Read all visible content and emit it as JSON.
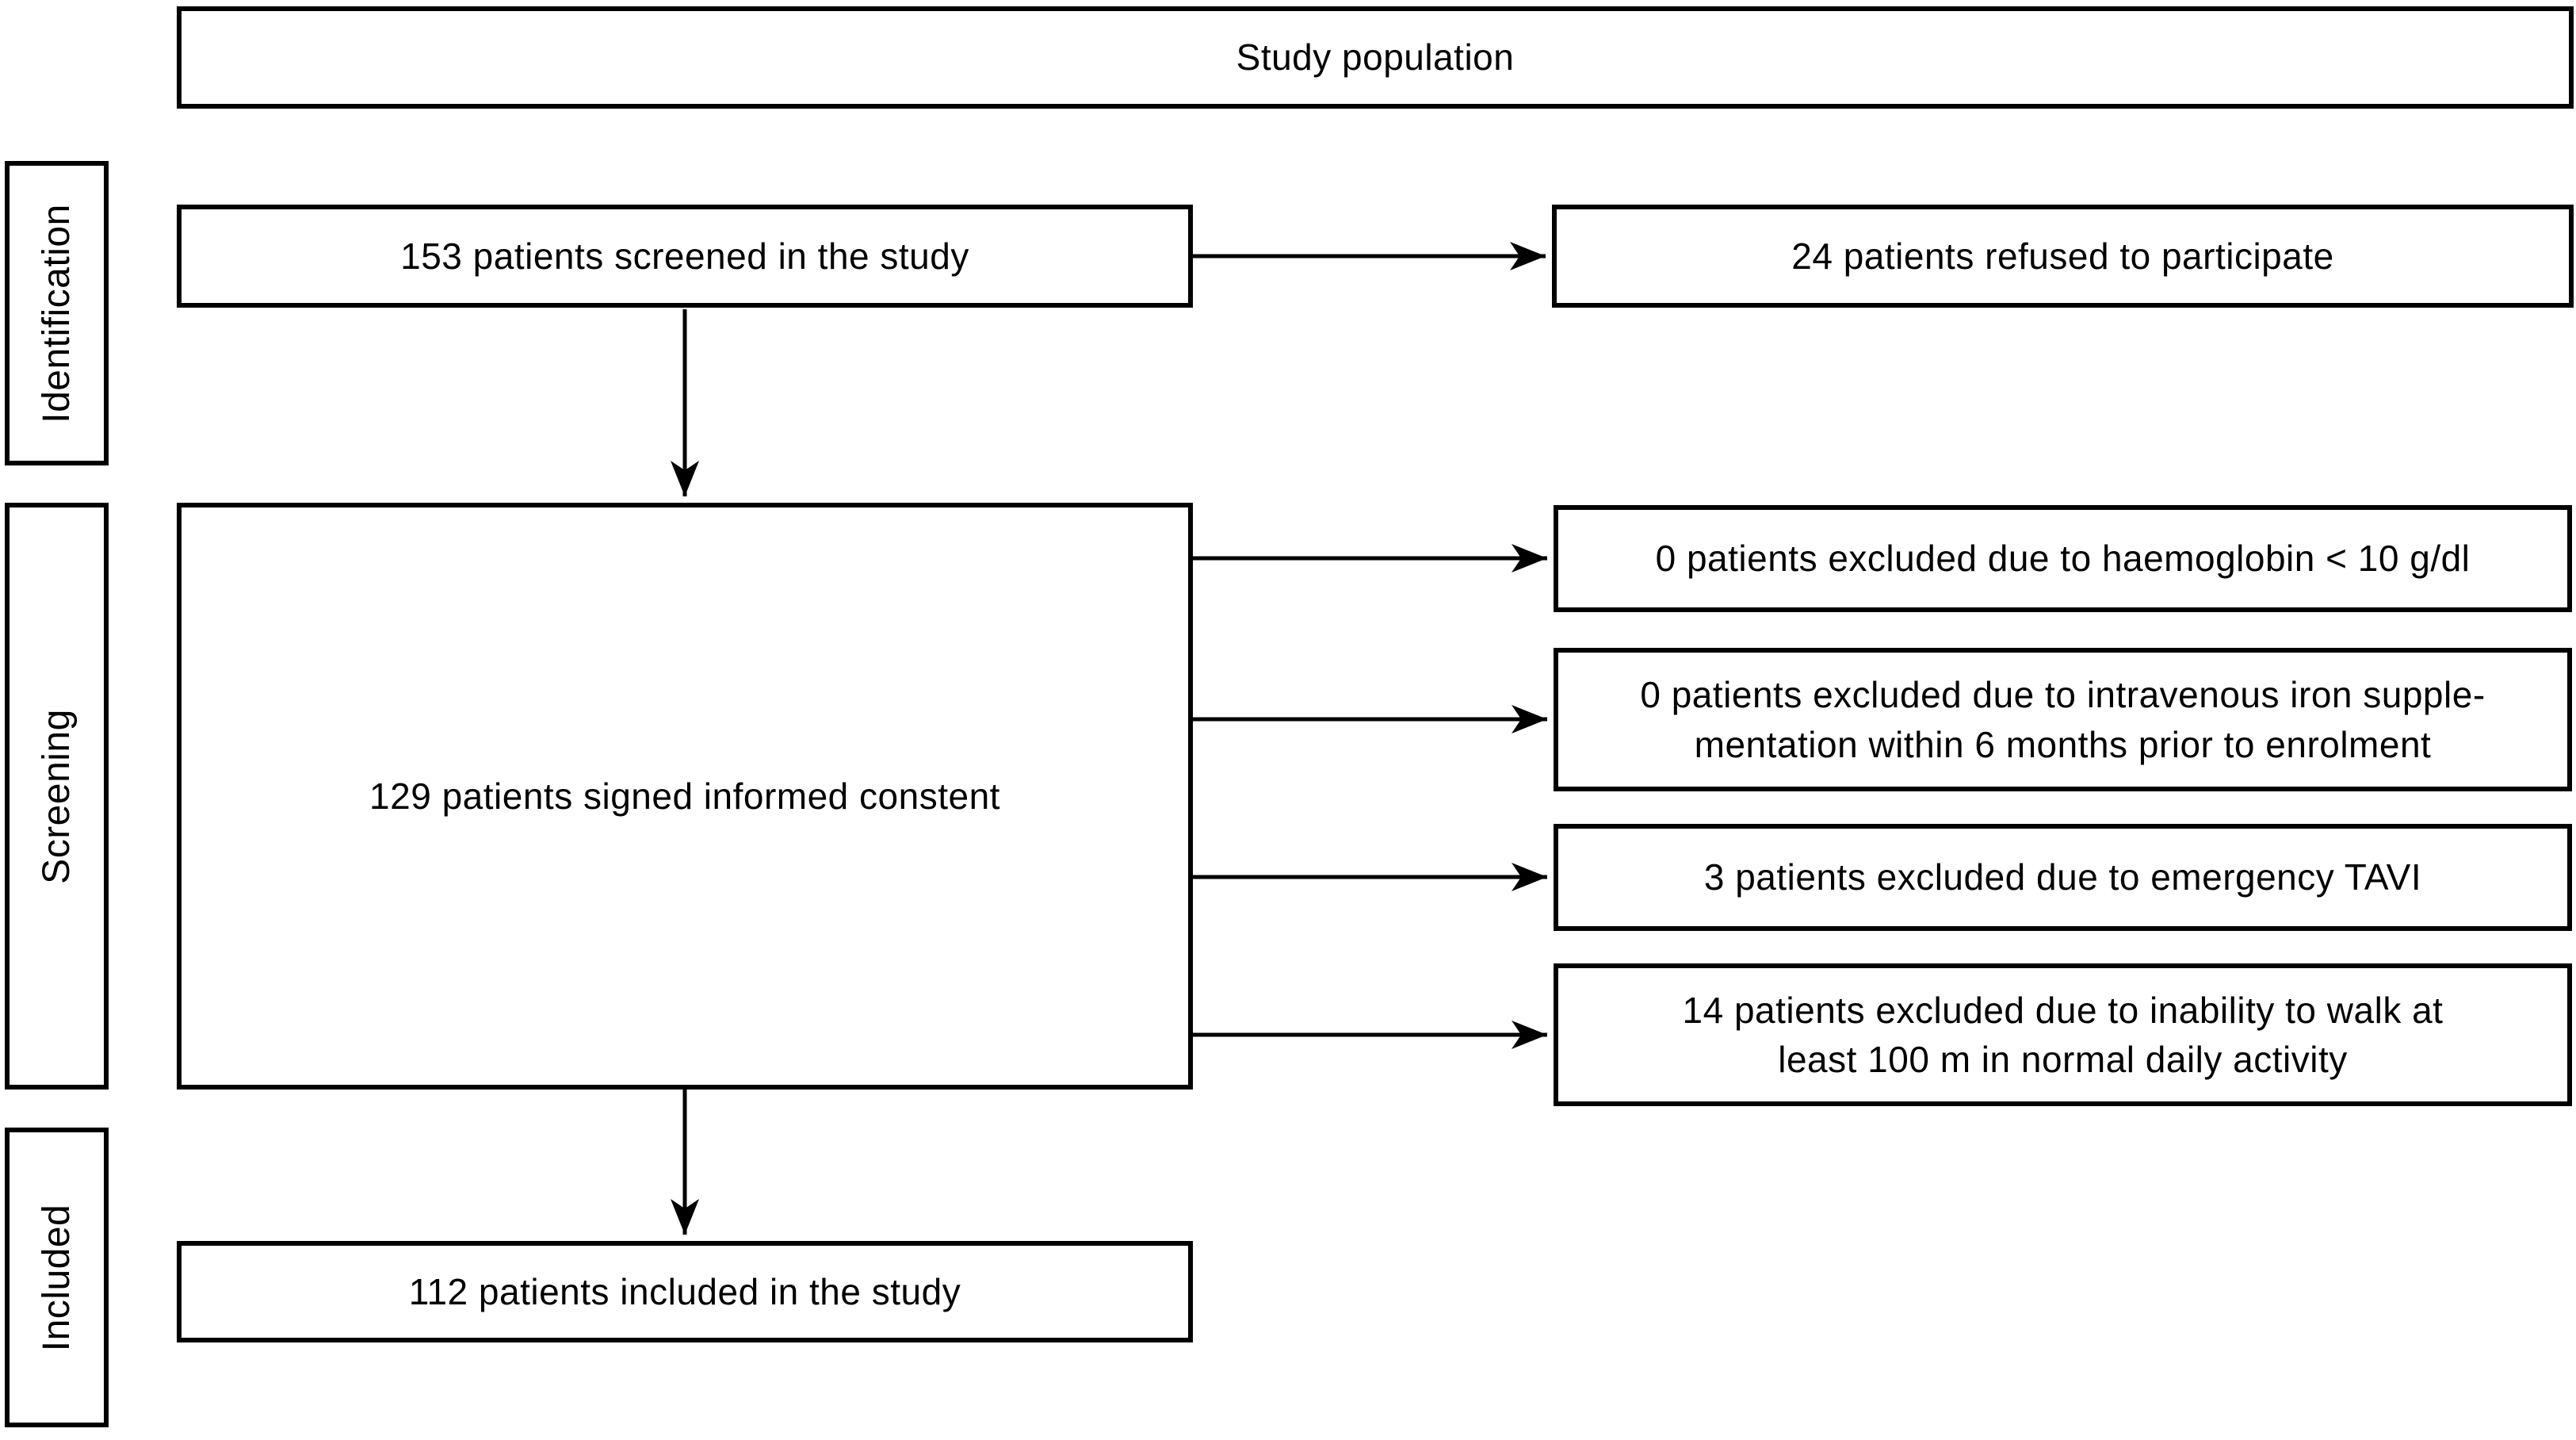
{
  "diagram": {
    "type": "study-flow",
    "colors": {
      "line": "#000000",
      "background": "#ffffff",
      "text": "#000000"
    },
    "header": {
      "title": "Study population"
    },
    "stages": {
      "identification": "Identification",
      "screening": "Screening",
      "included": "Included"
    },
    "nodes": {
      "screened": "153 patients screened in the study",
      "refused": "24 patients refused to participate",
      "consented": "129 patients signed informed constent",
      "excluded_haemoglobin": "0 patients excluded due to haemoglobin < 10 g/dl",
      "excluded_iron": "0 patients excluded due to intravenous iron supple-\nmentation within 6 months prior to enrolment",
      "excluded_tavi": "3 patients excluded due to emergency TAVI",
      "excluded_walk": "14 patients excluded due to inability to walk at\nleast 100 m in normal daily activity",
      "included_study": "112 patients included in the study"
    }
  }
}
